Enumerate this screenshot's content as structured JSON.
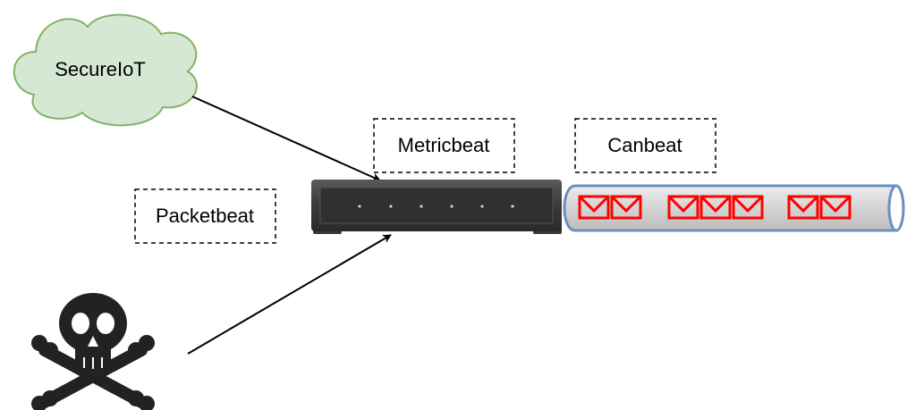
{
  "nodes": {
    "cloud": {
      "label": "SecureIoT"
    },
    "metricbeat": {
      "label": "Metricbeat"
    },
    "canbeat": {
      "label": "Canbeat"
    },
    "packetbeat": {
      "label": "Packetbeat"
    },
    "attacker": {
      "icon": "skull-crossbones-icon"
    }
  },
  "colors": {
    "cloud_fill": "#d5e8d4",
    "cloud_stroke": "#82b366",
    "switch_body": "#3c3c3c",
    "pipe_fill": "#d9d9d9",
    "pipe_stroke": "#6c8ebf",
    "envelope": "#ff0000",
    "edge": "#000000",
    "skull": "#222222"
  }
}
